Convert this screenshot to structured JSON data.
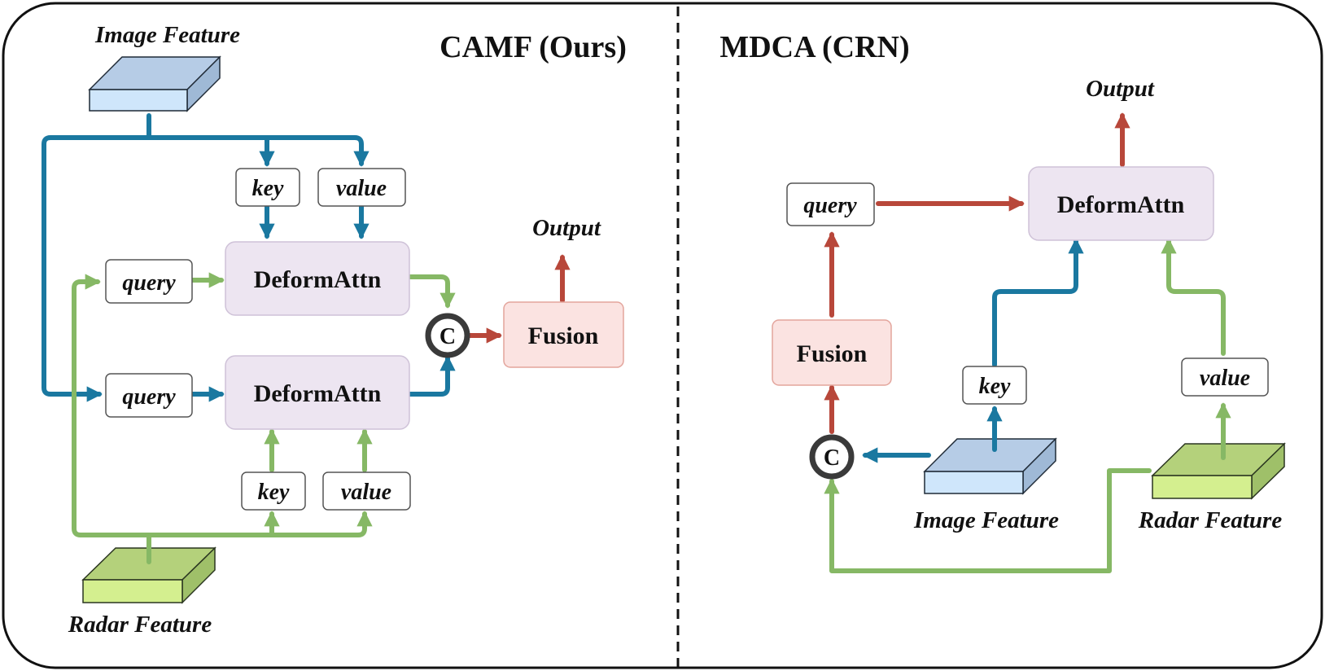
{
  "colors": {
    "blue": "#1a78a0",
    "green": "#86b865",
    "red": "#b8473a",
    "attn_fill": "#ede5f1",
    "attn_stroke": "#cfc2d8",
    "fusion_fill": "#fbe3e1",
    "fusion_stroke": "#e3a59c",
    "image_top": "#b6cce6",
    "image_front": "#cfe6fb",
    "image_side": "#9fb9d6",
    "radar_top": "#b4d17b",
    "radar_front": "#d4ef8f",
    "radar_side": "#9fc069"
  },
  "left": {
    "title": "CAMF (Ours)",
    "image_feature": "Image Feature",
    "radar_feature": "Radar Feature",
    "key_top": "key",
    "value_top": "value",
    "query_top": "query",
    "query_bottom": "query",
    "deform_top": "DeformAttn",
    "deform_bottom": "DeformAttn",
    "key_bottom": "key",
    "value_bottom": "value",
    "concat": "C",
    "fusion": "Fusion",
    "output": "Output"
  },
  "right": {
    "title": "MDCA (CRN)",
    "output": "Output",
    "query": "query",
    "deform": "DeformAttn",
    "fusion": "Fusion",
    "key": "key",
    "value": "value",
    "concat": "C",
    "image_feature": "Image Feature",
    "radar_feature": "Radar Feature"
  }
}
